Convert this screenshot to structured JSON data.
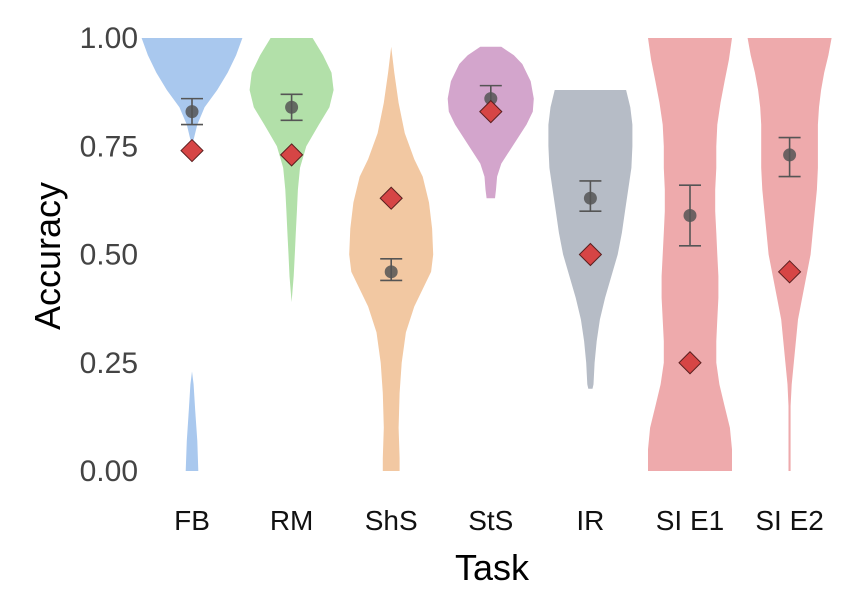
{
  "chart_data": {
    "type": "violin",
    "title": "",
    "xlabel": "Task",
    "ylabel": "Accuracy",
    "ylim": [
      0,
      1
    ],
    "yticks": [
      "0.00",
      "0.25",
      "0.50",
      "0.75",
      "1.00"
    ],
    "grid": false,
    "categories": [
      "FB",
      "RM",
      "ShS",
      "StS",
      "IR",
      "SI E1",
      "SI E2"
    ],
    "colors": [
      "#a9c8ee",
      "#b2e0a9",
      "#f2c8a2",
      "#d3a5cc",
      "#b6bcc6",
      "#eeaaac",
      "#eeaaac"
    ],
    "marker_color": "#d64545",
    "point_color": "#555555",
    "series": [
      {
        "values": [
          0.83,
          0.84,
          0.46,
          0.86,
          0.63,
          0.59,
          0.73
        ],
        "error_low": [
          0.8,
          0.81,
          0.44,
          0.83,
          0.6,
          0.52,
          0.68
        ],
        "error_high": [
          0.86,
          0.87,
          0.49,
          0.89,
          0.67,
          0.66,
          0.77
        ]
      },
      {
        "values": [
          0.74,
          0.73,
          0.63,
          0.83,
          0.5,
          0.25,
          0.46
        ]
      }
    ],
    "violins": [
      {
        "profile": [
          [
            1.0,
            0.48
          ],
          [
            0.96,
            0.42
          ],
          [
            0.92,
            0.34
          ],
          [
            0.88,
            0.24
          ],
          [
            0.84,
            0.12
          ],
          [
            0.8,
            0.05
          ],
          [
            0.77,
            0.02
          ],
          [
            0.75,
            0.0
          ],
          [
            0.23,
            0.0
          ],
          [
            0.2,
            0.015
          ],
          [
            0.14,
            0.03
          ],
          [
            0.07,
            0.05
          ],
          [
            0.0,
            0.06
          ]
        ]
      },
      {
        "profile": [
          [
            1.0,
            0.2
          ],
          [
            0.96,
            0.3
          ],
          [
            0.92,
            0.38
          ],
          [
            0.88,
            0.4
          ],
          [
            0.84,
            0.36
          ],
          [
            0.8,
            0.26
          ],
          [
            0.75,
            0.14
          ],
          [
            0.7,
            0.08
          ],
          [
            0.65,
            0.06
          ],
          [
            0.6,
            0.05
          ],
          [
            0.55,
            0.04
          ],
          [
            0.5,
            0.03
          ],
          [
            0.45,
            0.02
          ],
          [
            0.39,
            0.0
          ]
        ]
      },
      {
        "profile": [
          [
            0.98,
            0.0
          ],
          [
            0.92,
            0.03
          ],
          [
            0.85,
            0.07
          ],
          [
            0.78,
            0.13
          ],
          [
            0.72,
            0.22
          ],
          [
            0.68,
            0.3
          ],
          [
            0.62,
            0.36
          ],
          [
            0.56,
            0.39
          ],
          [
            0.5,
            0.4
          ],
          [
            0.46,
            0.38
          ],
          [
            0.42,
            0.3
          ],
          [
            0.38,
            0.22
          ],
          [
            0.32,
            0.14
          ],
          [
            0.25,
            0.1
          ],
          [
            0.18,
            0.08
          ],
          [
            0.1,
            0.07
          ],
          [
            0.03,
            0.08
          ],
          [
            0.0,
            0.08
          ]
        ]
      },
      {
        "profile": [
          [
            0.98,
            0.1
          ],
          [
            0.96,
            0.22
          ],
          [
            0.94,
            0.3
          ],
          [
            0.9,
            0.38
          ],
          [
            0.86,
            0.41
          ],
          [
            0.83,
            0.4
          ],
          [
            0.8,
            0.34
          ],
          [
            0.77,
            0.26
          ],
          [
            0.74,
            0.18
          ],
          [
            0.71,
            0.1
          ],
          [
            0.68,
            0.06
          ],
          [
            0.65,
            0.05
          ],
          [
            0.63,
            0.04
          ]
        ]
      },
      {
        "profile": [
          [
            0.88,
            0.34
          ],
          [
            0.84,
            0.38
          ],
          [
            0.8,
            0.4
          ],
          [
            0.75,
            0.4
          ],
          [
            0.7,
            0.39
          ],
          [
            0.65,
            0.36
          ],
          [
            0.6,
            0.33
          ],
          [
            0.55,
            0.3
          ],
          [
            0.5,
            0.26
          ],
          [
            0.45,
            0.2
          ],
          [
            0.4,
            0.14
          ],
          [
            0.35,
            0.09
          ],
          [
            0.3,
            0.06
          ],
          [
            0.25,
            0.04
          ],
          [
            0.2,
            0.03
          ],
          [
            0.19,
            0.02
          ]
        ]
      },
      {
        "profile": [
          [
            1.0,
            0.4
          ],
          [
            0.95,
            0.37
          ],
          [
            0.9,
            0.33
          ],
          [
            0.85,
            0.29
          ],
          [
            0.8,
            0.26
          ],
          [
            0.75,
            0.25
          ],
          [
            0.7,
            0.25
          ],
          [
            0.65,
            0.24
          ],
          [
            0.6,
            0.24
          ],
          [
            0.55,
            0.25
          ],
          [
            0.5,
            0.26
          ],
          [
            0.45,
            0.27
          ],
          [
            0.4,
            0.27
          ],
          [
            0.35,
            0.26
          ],
          [
            0.3,
            0.25
          ],
          [
            0.25,
            0.25
          ],
          [
            0.2,
            0.28
          ],
          [
            0.15,
            0.33
          ],
          [
            0.1,
            0.38
          ],
          [
            0.05,
            0.4
          ],
          [
            0.0,
            0.4
          ]
        ]
      },
      {
        "profile": [
          [
            1.0,
            0.4
          ],
          [
            0.96,
            0.37
          ],
          [
            0.92,
            0.33
          ],
          [
            0.88,
            0.3
          ],
          [
            0.84,
            0.28
          ],
          [
            0.8,
            0.27
          ],
          [
            0.75,
            0.27
          ],
          [
            0.7,
            0.27
          ],
          [
            0.65,
            0.26
          ],
          [
            0.6,
            0.24
          ],
          [
            0.55,
            0.22
          ],
          [
            0.5,
            0.2
          ],
          [
            0.45,
            0.16
          ],
          [
            0.4,
            0.12
          ],
          [
            0.35,
            0.08
          ],
          [
            0.3,
            0.06
          ],
          [
            0.25,
            0.04
          ],
          [
            0.2,
            0.02
          ],
          [
            0.15,
            0.01
          ],
          [
            0.0,
            0.01
          ]
        ]
      }
    ]
  }
}
